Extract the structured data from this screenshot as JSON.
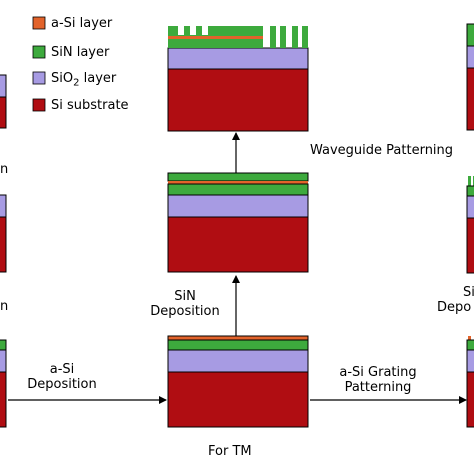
{
  "legend": {
    "items": [
      {
        "label": "a-Si layer",
        "color": "#E2632B"
      },
      {
        "label": "SiN layer",
        "color": "#3DAA3D"
      },
      {
        "label": "SiO2 layer",
        "label_base": "SiO",
        "label_sub": "2",
        "label_rest": " layer",
        "color": "#A79BE3"
      },
      {
        "label": "Si substrate",
        "color": "#B00D12"
      }
    ]
  },
  "colors": {
    "a_si": "#E2632B",
    "sin": "#3DAA3D",
    "sio2": "#A79BE3",
    "si": "#B00D12",
    "outline": "#000000"
  },
  "steps": {
    "left_edge_top_label": "n",
    "left_edge_mid_label": "n",
    "a_si_deposition": [
      "a-Si",
      "Deposition"
    ],
    "sin_deposition": [
      "SiN",
      "Deposition"
    ],
    "waveguide_patterning": "Waveguide Patterning",
    "a_si_grating_patterning": [
      "a-Si Grating",
      "Patterning"
    ],
    "right_edge_label": [
      "Si",
      "Depo"
    ],
    "bottom_caption": "For TM"
  }
}
